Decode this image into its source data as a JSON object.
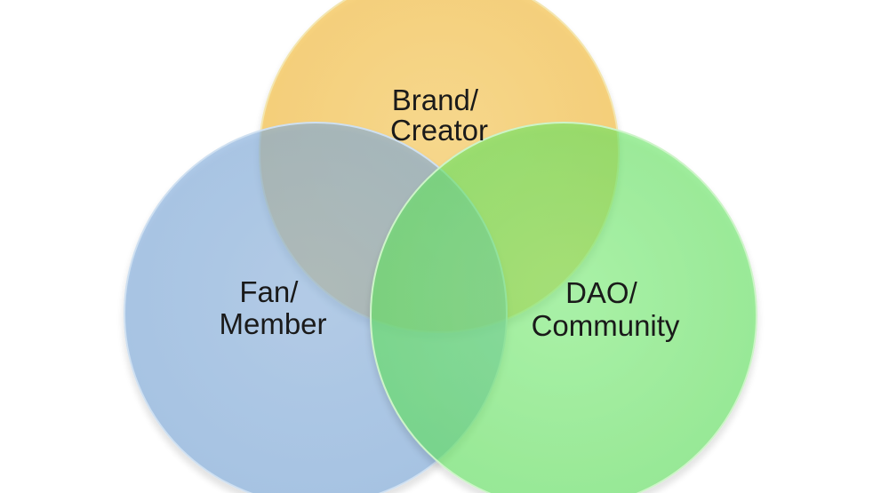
{
  "diagram": {
    "circles": [
      {
        "id": "brand",
        "label_lines": [
          "Brand/",
          "Creator"
        ],
        "fill": "#f8c44e",
        "edge": "#f2e3a6"
      },
      {
        "id": "fan",
        "label_lines": [
          "Fan/",
          "Member"
        ],
        "fill": "#7eaadc",
        "edge": "#c7dbef"
      },
      {
        "id": "dao",
        "label_lines": [
          "DAO/",
          "Community"
        ],
        "fill": "#5fe65c",
        "edge": "#c9f3c4"
      }
    ]
  }
}
